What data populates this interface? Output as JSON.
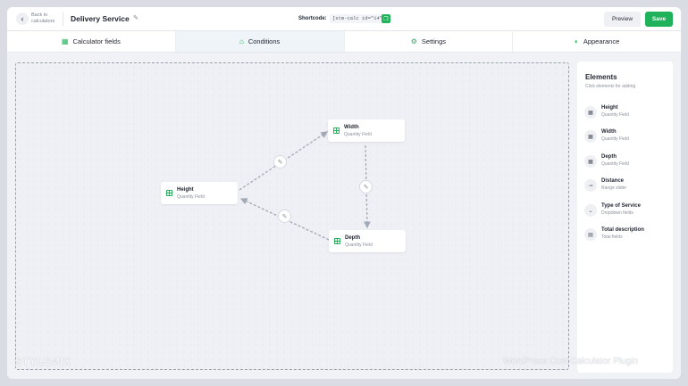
{
  "header": {
    "back_label": "Back to calculators",
    "title": "Delivery Service",
    "shortcode_label": "Shortcode:",
    "shortcode_value": "[stm-calc id=\"14\"]",
    "preview_label": "Preview",
    "save_label": "Save"
  },
  "tabs": [
    {
      "label": "Calculator fields",
      "icon": "calculator-icon",
      "active": false
    },
    {
      "label": "Conditions",
      "icon": "conditions-icon",
      "active": true
    },
    {
      "label": "Settings",
      "icon": "gear-icon",
      "active": false
    },
    {
      "label": "Appearance",
      "icon": "palette-icon",
      "active": false
    }
  ],
  "canvas": {
    "nodes": [
      {
        "title": "Height",
        "subtitle": "Quantity Field"
      },
      {
        "title": "Width",
        "subtitle": "Quantity Field"
      },
      {
        "title": "Depth",
        "subtitle": "Quantity Field"
      }
    ],
    "edges": [
      {
        "from": "Height",
        "to": "Width"
      },
      {
        "from": "Width",
        "to": "Depth"
      },
      {
        "from": "Depth",
        "to": "Height"
      }
    ]
  },
  "elements_panel": {
    "title": "Elements",
    "subtitle": "Click elements for adding",
    "items": [
      {
        "name": "Height",
        "type": "Quantity Field",
        "icon": "quantity-icon"
      },
      {
        "name": "Width",
        "type": "Quantity Field",
        "icon": "quantity-icon"
      },
      {
        "name": "Depth",
        "type": "Quantity Field",
        "icon": "quantity-icon"
      },
      {
        "name": "Distance",
        "type": "Range slider",
        "icon": "range-icon"
      },
      {
        "name": "Type of Service",
        "type": "Dropdown fields",
        "icon": "dropdown-icon"
      },
      {
        "name": "Total description",
        "type": "Total fields",
        "icon": "total-icon"
      }
    ]
  },
  "watermark": {
    "logo": "STYLEMIX",
    "text": "WordPress Cost Calculator Plugin"
  },
  "colors": {
    "accent": "#1fb25a",
    "canvas_bg": "#eef0f5",
    "edge": "#a4aab5"
  }
}
